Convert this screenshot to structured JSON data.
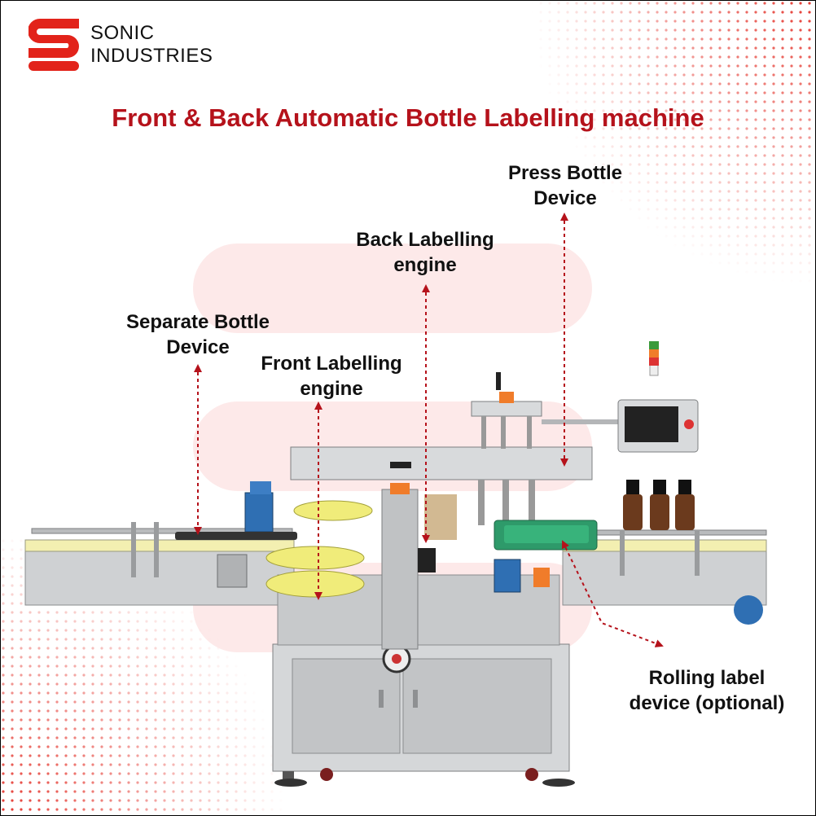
{
  "brand": {
    "line1": "SONIC",
    "line2": "INDUSTRIES"
  },
  "title": "Front & Back Automatic Bottle Labelling machine",
  "labels": {
    "press_bottle": {
      "line1": "Press Bottle",
      "line2": "Device"
    },
    "back_labelling": {
      "line1": "Back Labelling",
      "line2": "engine"
    },
    "separate_bottle": {
      "line1": "Separate Bottle",
      "line2": "Device"
    },
    "front_labelling": {
      "line1": "Front Labelling",
      "line2": "engine"
    },
    "rolling_label": {
      "line1": "Rolling label",
      "line2": "device (optional)"
    }
  },
  "colors": {
    "brand_red": "#e2231a",
    "title_red": "#b5121b",
    "arrow_red": "#b5121b",
    "machine_steel": "#c9cbcd",
    "accent_green": "#2e9a6a",
    "accent_blue": "#2f6fb3",
    "accent_orange": "#f07c2a",
    "conveyor_yellow": "#f3efb1"
  }
}
